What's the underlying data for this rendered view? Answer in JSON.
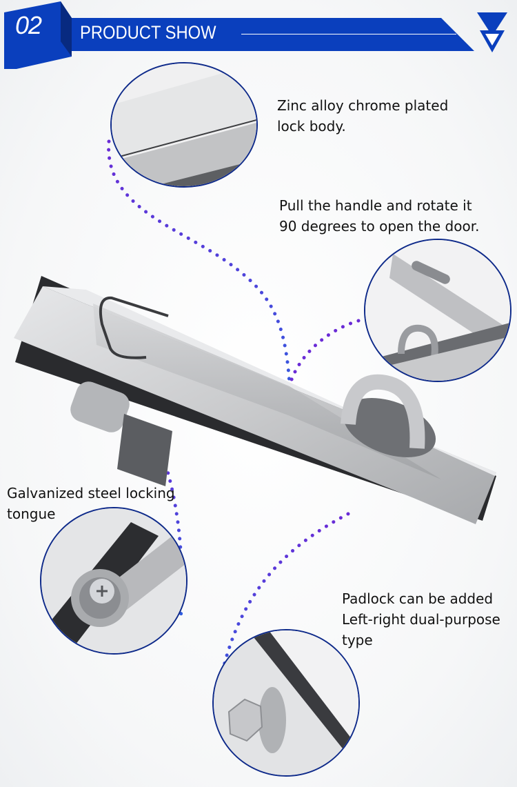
{
  "header": {
    "section_number": "02",
    "section_title": "PRODUCT SHOW",
    "logo_icon": "double-triangle-v-logo",
    "brand_color": "#0a3fbd",
    "brand_dark": "#082a80"
  },
  "callouts": [
    {
      "id": "lock-body",
      "lines": [
        "Zinc alloy chrome plated",
        "lock body."
      ]
    },
    {
      "id": "handle",
      "lines": [
        "Pull the handle and rotate it",
        "90 degrees to open the door."
      ]
    },
    {
      "id": "tongue",
      "lines": [
        "Galvanized steel locking",
        "tongue"
      ]
    },
    {
      "id": "padlock",
      "lines": [
        "Padlock can be added",
        "Left-right dual-purpose",
        "type"
      ]
    }
  ],
  "colors": {
    "circle_border": "#0e2a8a",
    "dot_purple": "#6a2bd6",
    "dot_blue": "#2f5fe0",
    "steel_light": "#d9dadc",
    "steel_mid": "#b9babd",
    "steel_dark": "#8e9093",
    "gasket": "#2a2b2e"
  }
}
